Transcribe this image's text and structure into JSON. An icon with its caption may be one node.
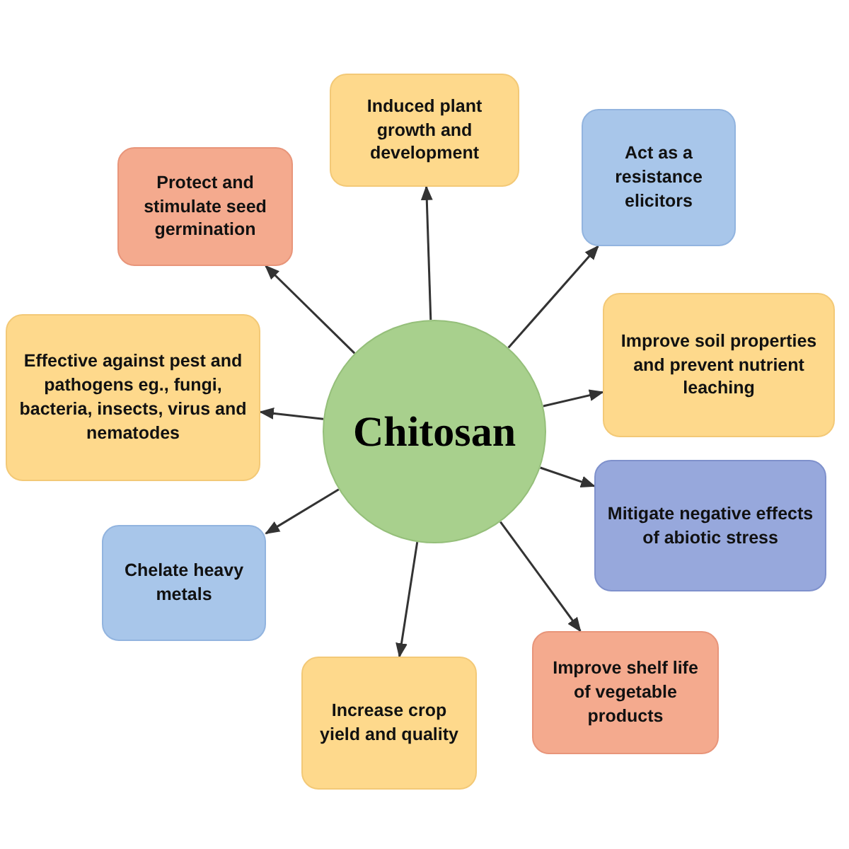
{
  "diagram": {
    "nodes": [
      {
        "text": [
          "Chitosan"
        ]
      },
      {
        "text": [
          "Protect and stimulate seed germination"
        ]
      },
      {
        "text": [
          "Induced plant growth and development"
        ]
      },
      {
        "text": [
          "Act as a resistance elicitors"
        ]
      },
      {
        "text": [
          "Effective against pest and pathogens eg., fungi, bacteria, insects, virus and nematodes"
        ]
      },
      {
        "text": [
          "Improve soil properties and prevent nutrient leaching"
        ]
      },
      {
        "text": [
          "Mitigate negative effects of abiotic stress"
        ]
      },
      {
        "text": [
          "Chelate heavy metals"
        ]
      },
      {
        "text": [
          "Improve shelf life of vegetable products"
        ]
      },
      {
        "text": [
          "Increase crop yield and quality"
        ]
      }
    ],
    "edges": [
      {
        "from": 0,
        "to": 1,
        "arrow": "to"
      },
      {
        "from": 0,
        "to": 2,
        "arrow": "to"
      },
      {
        "from": 0,
        "to": 3,
        "arrow": "to"
      },
      {
        "from": 0,
        "to": 4,
        "arrow": "to"
      },
      {
        "from": 0,
        "to": 5,
        "arrow": "to"
      },
      {
        "from": 0,
        "to": 6,
        "arrow": "to"
      },
      {
        "from": 0,
        "to": 7,
        "arrow": "to"
      },
      {
        "from": 0,
        "to": 8,
        "arrow": "to"
      },
      {
        "from": 0,
        "to": 9,
        "arrow": "to"
      }
    ]
  }
}
